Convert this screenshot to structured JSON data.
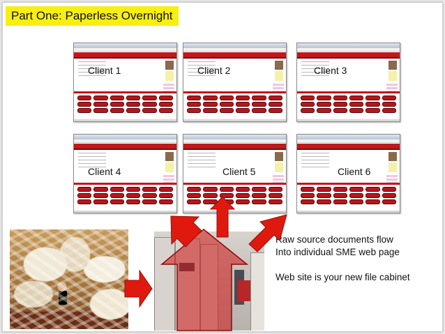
{
  "slide": {
    "title": "Part One: Paperless Overnight",
    "clients": [
      "Client 1",
      "Client 2",
      "Client 3",
      "Client 4",
      "Client 5",
      "Client 6"
    ],
    "caption": {
      "line1": "Raw source documents flow",
      "line2": "Into individual SME web page",
      "line3": "Web site is your new file cabinet"
    }
  },
  "colors": {
    "title_bg": "#f7ef12",
    "arrow_red": "#e0190f",
    "thumb_red": "#c0181b"
  },
  "icons": {
    "right_arrow": "arrow-right-icon",
    "up_arrows": "arrow-up-icon"
  }
}
